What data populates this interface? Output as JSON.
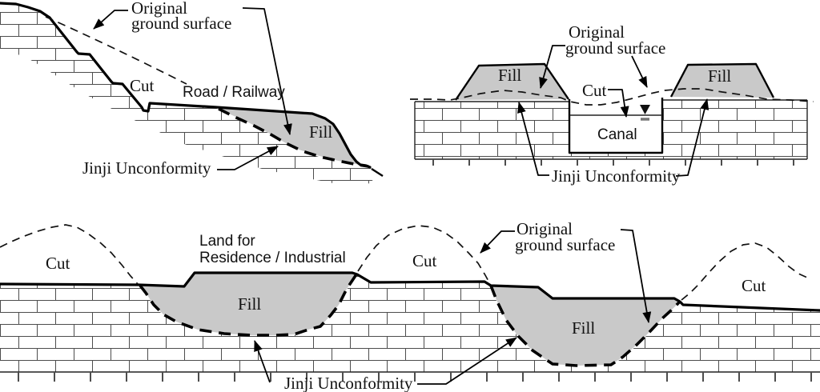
{
  "figure": {
    "title": "Cut and fill cross-sections with Jinji Unconformity",
    "colors": {
      "fill_area": "#c9c9c9",
      "ink": "#000000",
      "brick_line": "#4d4d4d",
      "water_mark": "#777777"
    },
    "diagrams": {
      "road": {
        "labels": {
          "original1": "Original",
          "original2": "ground surface",
          "cut": "Cut",
          "road_railway": "Road / Railway",
          "fill": "Fill",
          "jinji": "Jinji Unconformity"
        }
      },
      "canal": {
        "labels": {
          "original1": "Original",
          "original2": "ground surface",
          "fill_left": "Fill",
          "fill_right": "Fill",
          "cut": "Cut",
          "canal": "Canal",
          "jinji": "Jinji Unconformity"
        }
      },
      "land": {
        "labels": {
          "cut_left": "Cut",
          "land1": "Land for",
          "land2": "Residence / Industrial",
          "cut_mid": "Cut",
          "original1": "Original",
          "original2": "ground surface",
          "cut_right": "Cut",
          "fill_left": "Fill",
          "fill_right": "Fill",
          "jinji": "Jinji Unconformity"
        }
      }
    }
  }
}
